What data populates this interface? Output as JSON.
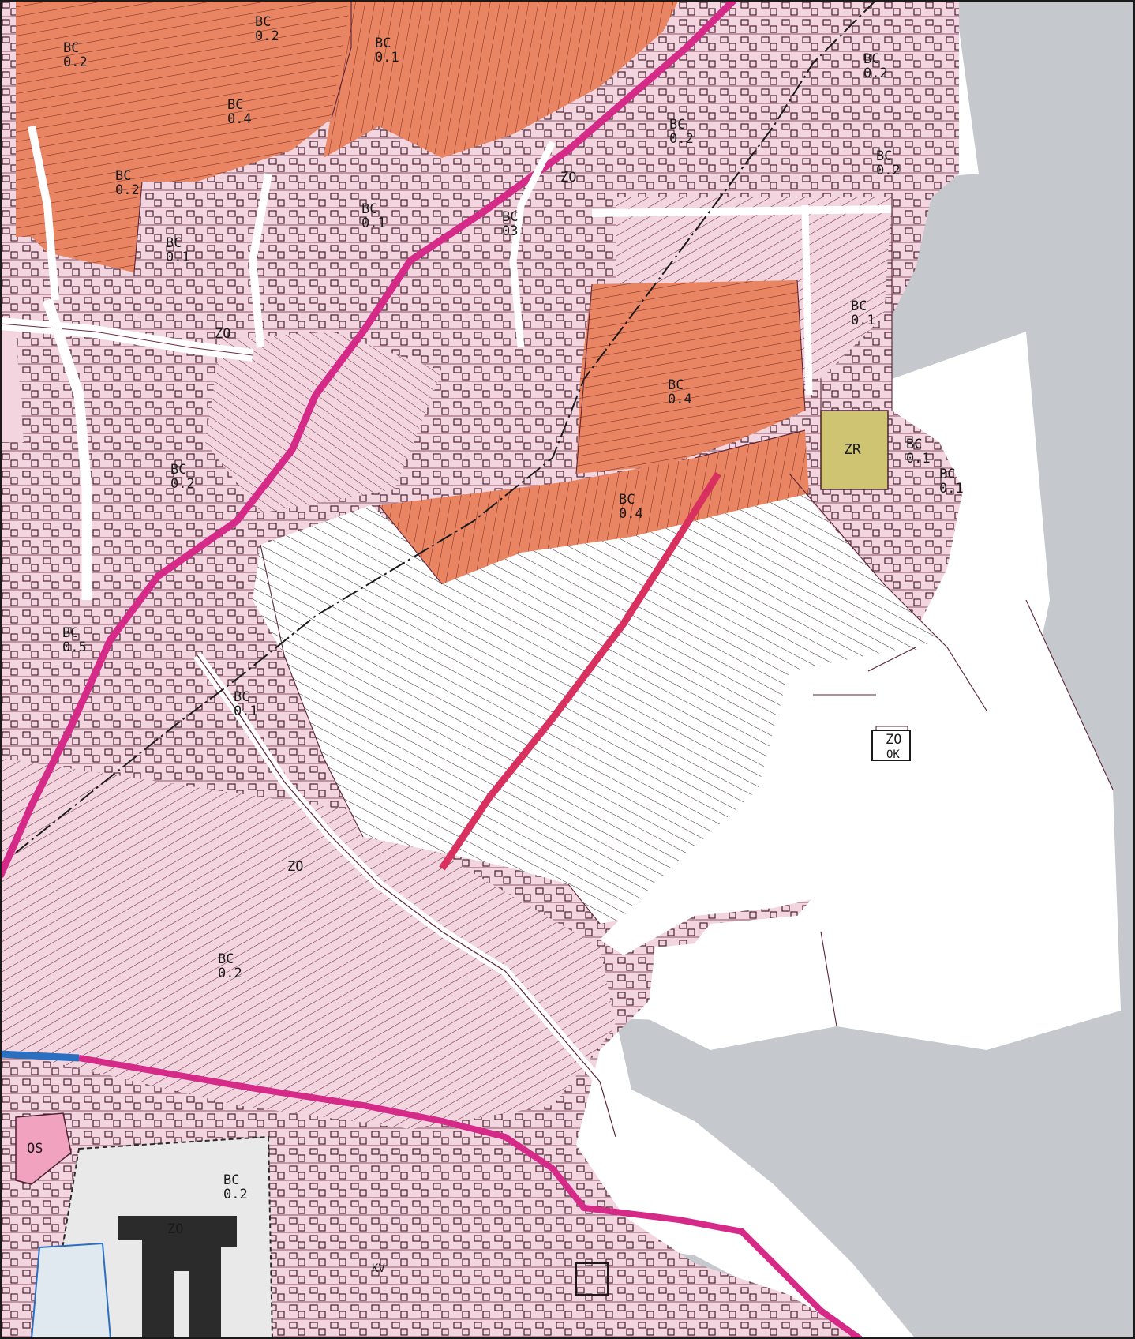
{
  "map": {
    "colors": {
      "residential_BC": "#f2d5df",
      "development_area": "#e98563",
      "zr_area": "#cfc472",
      "os_area": "#f1a2bf",
      "unbuilt": "#ffffff",
      "outside": "#c5c8cc",
      "road": "#d62a88",
      "planned_road": "#d8305f",
      "water": "#2a6fc0",
      "parcel_lines": "#5b2337",
      "building_dark": "#2b2b2b"
    },
    "labels": {
      "bc_01": "BC\n0.1",
      "bc_02": "BC\n0.2",
      "bc_03": "BC\n03",
      "bc_04": "BC\n0.4",
      "bc_05": "BC\n0.5",
      "zo": "ZO",
      "zr": "ZR",
      "os": "OS",
      "ok": "OK",
      "kv": "KV"
    }
  }
}
